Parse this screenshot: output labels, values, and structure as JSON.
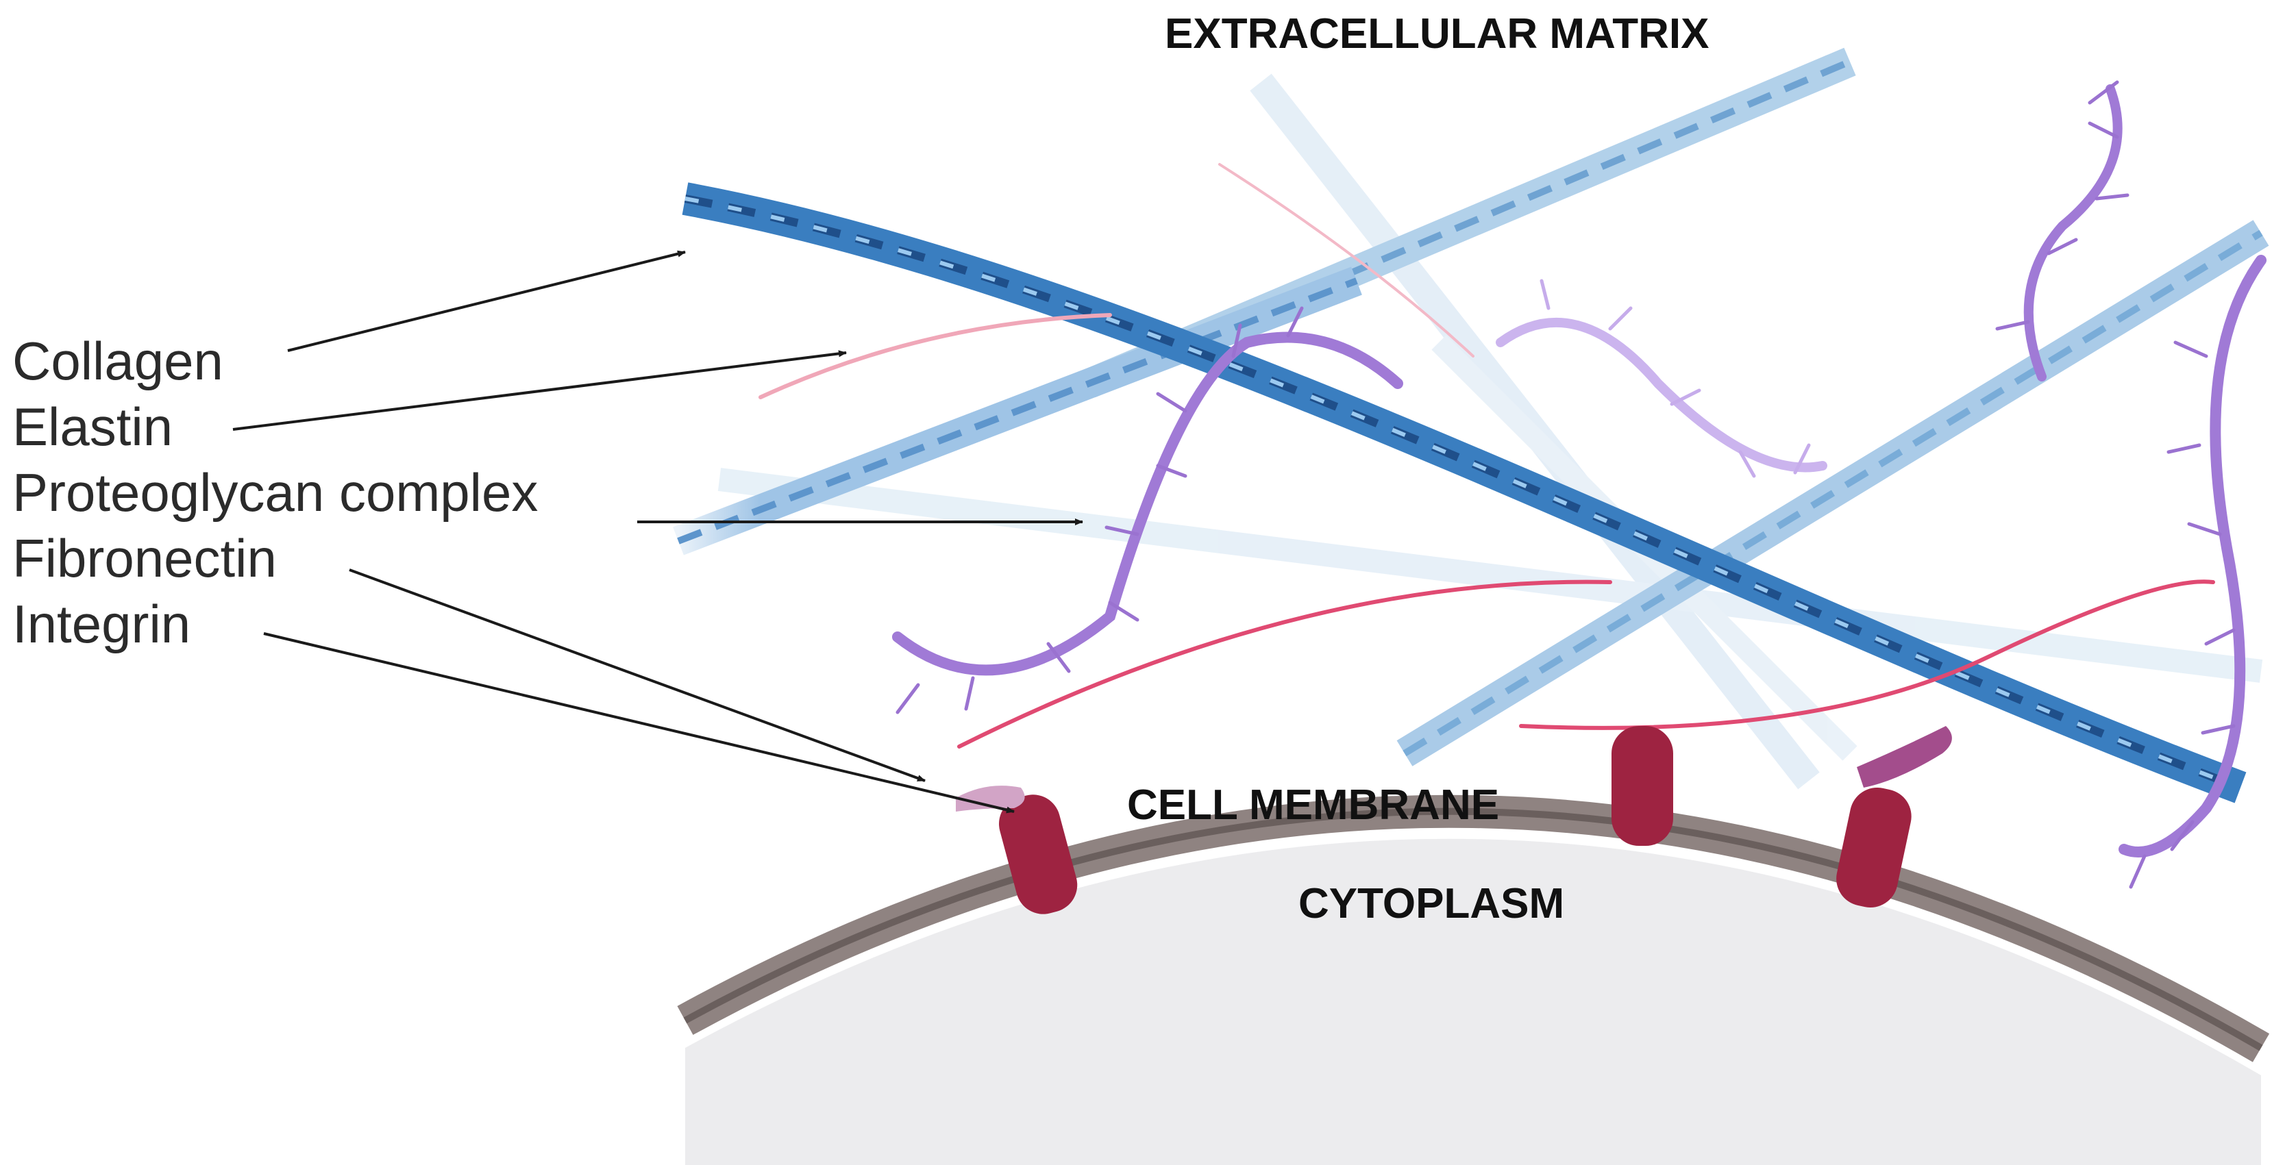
{
  "title": "EXTRACELLULAR MATRIX",
  "legend": [
    "Collagen",
    "Elastin",
    "Proteoglycan complex",
    "Fibronectin",
    "Integrin"
  ],
  "regions": {
    "membrane": "CELL MEMBRANE",
    "cytoplasm": "CYTOPLASM"
  },
  "colors": {
    "collagen_dark": "#2f6fb4",
    "collagen_light": "#a9cbe6",
    "elastin": "#e04a72",
    "proteoglycan": "#a07ad6",
    "integrin": "#9e2341",
    "membrane": "#8f8381",
    "cytoplasm": "#ececee"
  }
}
